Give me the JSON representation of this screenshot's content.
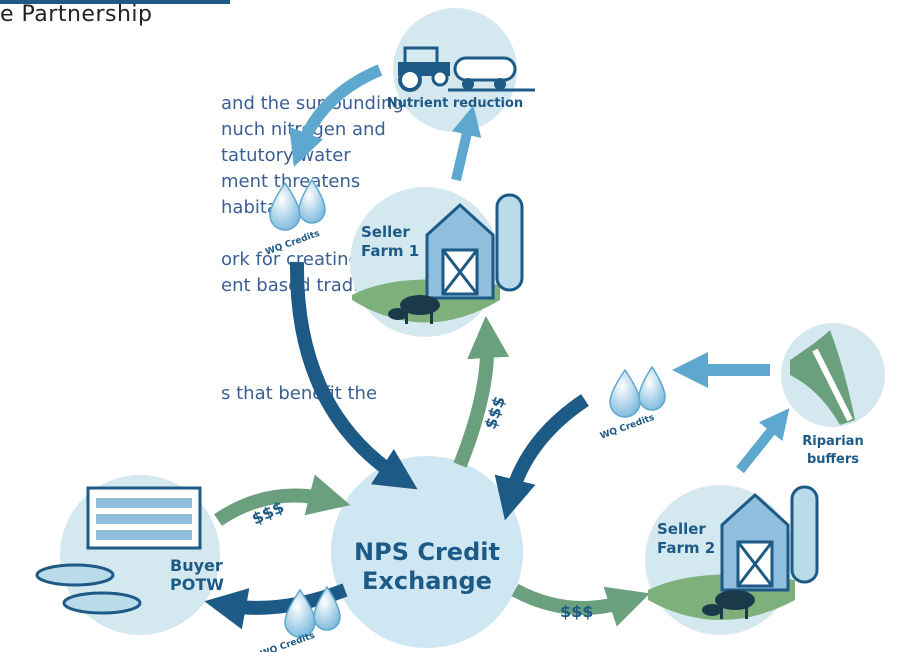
{
  "header": {
    "subtitle": "e Partnership"
  },
  "intro_lines": [
    "and the surrounding",
    "nuch nitrogen and",
    "tatutory water",
    "ment threatens",
    "habitats.",
    "ork for creating",
    "ent based trading",
    "s that benefit the"
  ],
  "diagram": {
    "center": {
      "line1": "NPS Credit",
      "line2": "Exchange"
    },
    "nutrient_reduction": "Nutrient reduction",
    "seller_farm_1": {
      "line1": "Seller",
      "line2": "Farm 1"
    },
    "seller_farm_2": {
      "line1": "Seller",
      "line2": "Farm 2"
    },
    "buyer_potw": {
      "line1": "Buyer",
      "line2": "POTW"
    },
    "riparian": {
      "line1": "Riparian",
      "line2": "buffers"
    },
    "wq_credits": "WQ Credits",
    "money": "$$$"
  },
  "colors": {
    "dark_blue": "#1e5a86",
    "light_blue": "#5ea8cf",
    "green_arrow": "#6aa07e",
    "circle_fill": "#cfe7f2"
  }
}
